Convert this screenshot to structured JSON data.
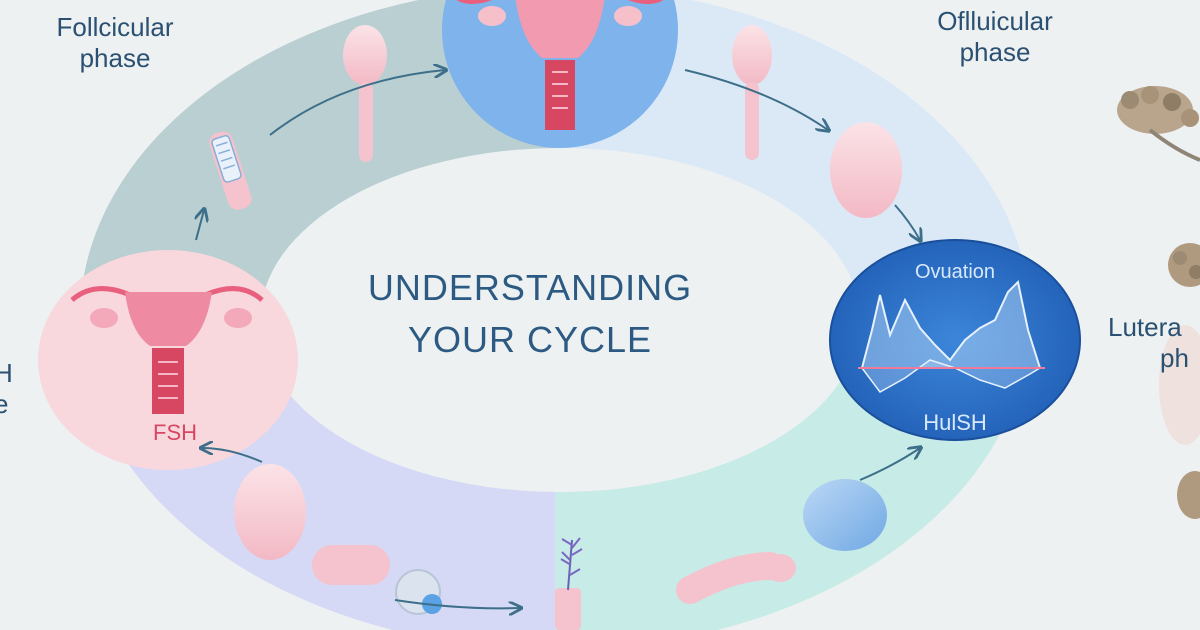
{
  "title": {
    "line1": "UNDERSTANDING",
    "line2": "YOUR CYCLE"
  },
  "labels": {
    "follicular": {
      "line1": "Follcicular",
      "line2": "phase"
    },
    "ofllucular": {
      "line1": "Oflluicular",
      "line2": "phase"
    },
    "lutera": {
      "line1": "Lutera",
      "line2": "ph"
    },
    "left_edge": {
      "line1": "H",
      "line2": "e"
    }
  },
  "nodes": {
    "fsh": "FSH",
    "ovulation": "Ovuation",
    "hulsh": "HulSH"
  },
  "colors": {
    "background": "#eef1f2",
    "label_text": "#2a5072",
    "title_text": "#2c5a82",
    "ring_top_left": "#b9cfd1",
    "ring_top_right": "#dbe9f7",
    "ring_bottom_left": "#d6d9f5",
    "ring_bottom_right": "#c7ebe6",
    "inner_oval": "#edf1f2",
    "pink_node": "#f8d7dd",
    "blue_node": "#2f74c8",
    "uterus": "#e8607e",
    "arrow": "#3d6f8a"
  },
  "icons": [
    "uterus-icon",
    "egg-icon",
    "test-strip-icon",
    "hormone-wave-icon",
    "lavender-icon",
    "flower-icon"
  ]
}
